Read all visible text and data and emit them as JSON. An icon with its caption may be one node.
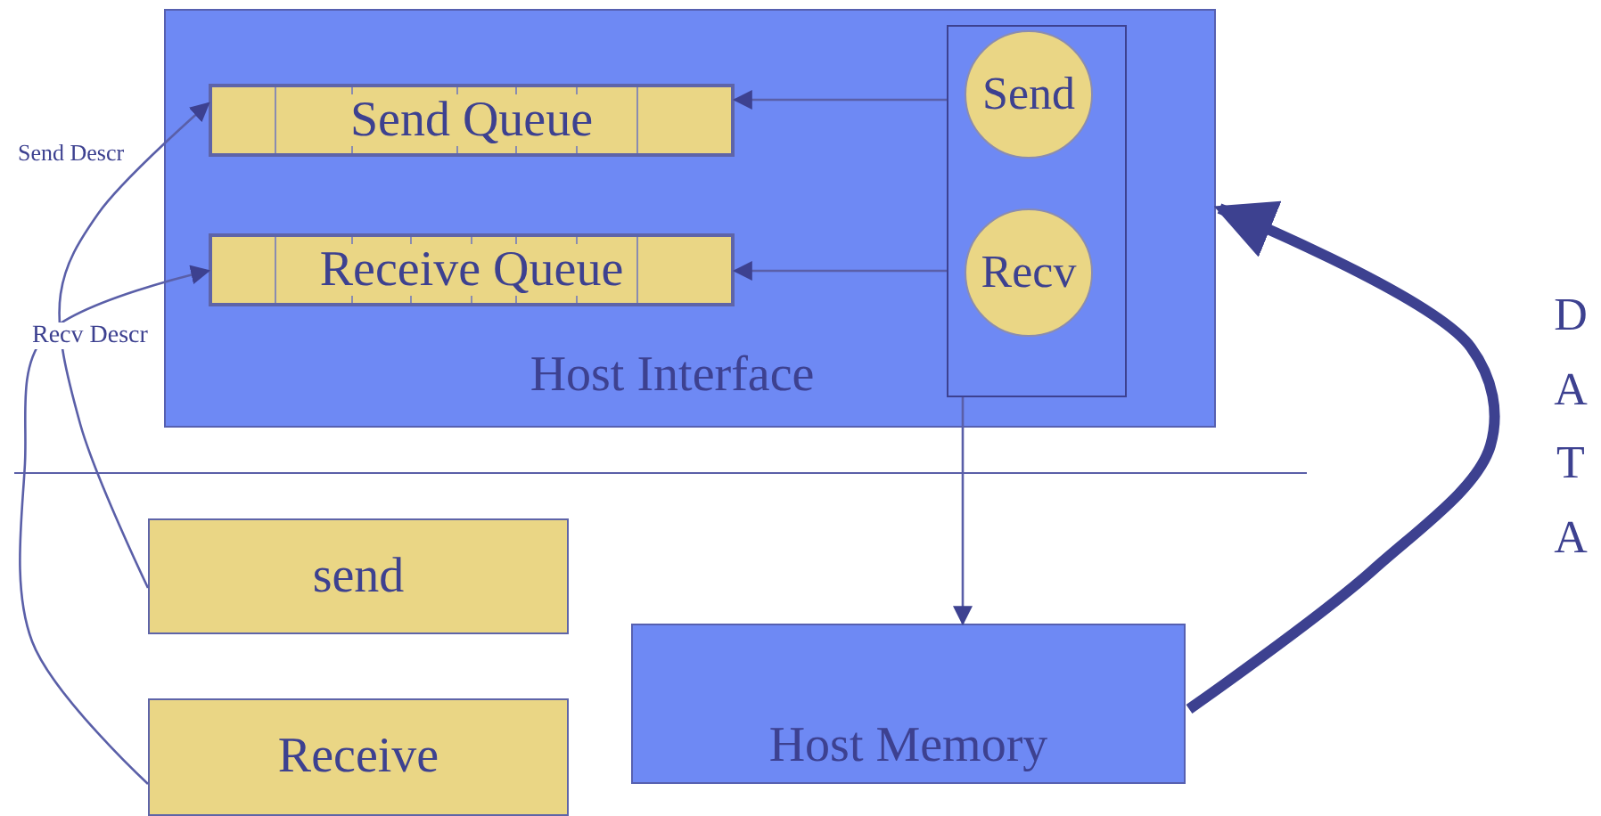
{
  "diagram": {
    "nodes": [
      {
        "text": [
          "Host Interface"
        ]
      },
      {
        "text": [
          "Send Queue"
        ],
        "in": 0
      },
      {
        "text": [
          "Receive Queue"
        ],
        "in": 0
      },
      {
        "text": [],
        "shape": "box",
        "in": 0
      },
      {
        "text": [
          "Send"
        ],
        "in": 3
      },
      {
        "text": [
          "Recv"
        ],
        "in": 3
      },
      {
        "text": [
          "send"
        ]
      },
      {
        "text": [
          "Receive"
        ]
      },
      {
        "text": [
          "Host Memory"
        ]
      }
    ],
    "edges": [
      {
        "from": 3,
        "to": 1,
        "arrow": "to"
      },
      {
        "from": 3,
        "to": 2,
        "arrow": "to"
      },
      {
        "from": 3,
        "to": 8,
        "arrow": "to"
      },
      {
        "from": 6,
        "to": 1,
        "label": "Send Descr",
        "arrow": "to"
      },
      {
        "from": 7,
        "to": 2,
        "label": "Recv Descr",
        "arrow": "to"
      },
      {
        "from": 8,
        "to": 0,
        "label": "DATA",
        "arrow": "to",
        "style": "thick"
      }
    ]
  }
}
